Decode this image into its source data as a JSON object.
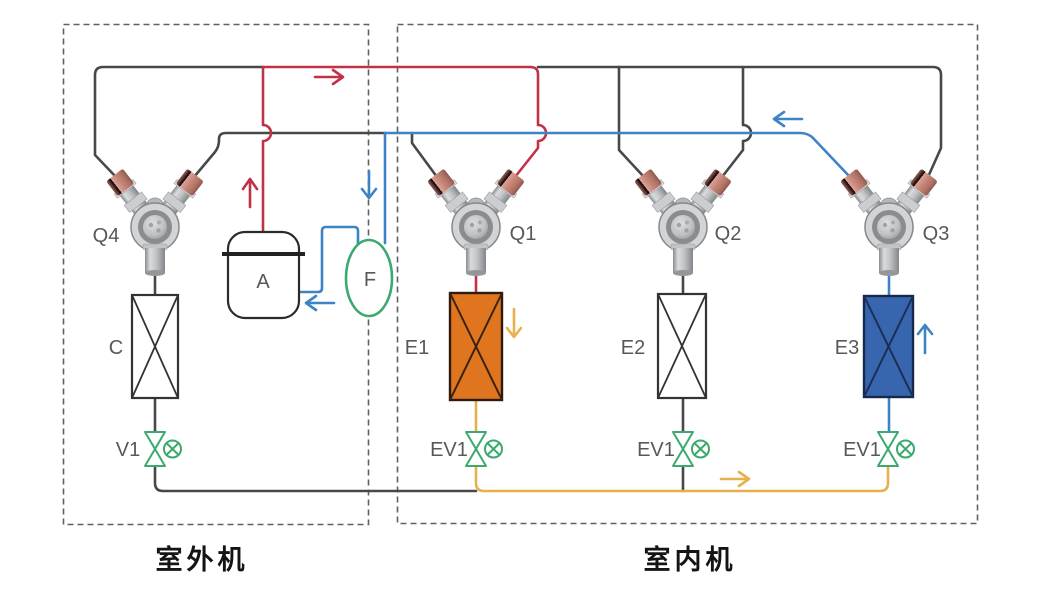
{
  "outdoor_unit": {
    "caption": "室外机",
    "four_way_valve": "Q4",
    "compressor": "A",
    "gas_liquid_separator": "F",
    "heat_exchanger": "C",
    "expansion_valve": "V1"
  },
  "indoor_unit": {
    "caption": "室内机",
    "units": [
      {
        "four_way_valve": "Q1",
        "heat_exchanger": "E1",
        "expansion_valve": "EV1",
        "mode_arrow": "down"
      },
      {
        "four_way_valve": "Q2",
        "heat_exchanger": "E2",
        "expansion_valve": "EV1",
        "mode_arrow": "none"
      },
      {
        "four_way_valve": "Q3",
        "heat_exchanger": "E3",
        "expansion_valve": "EV1",
        "mode_arrow": "up"
      }
    ]
  },
  "legend_colors": {
    "high_pressure_gas_red": "#c23247",
    "low_pressure_gas_blue": "#3d83c6",
    "liquid_line_yellow": "#e6b14c",
    "idle_pipe_black": "#46484a",
    "valve_green": "#3aaa6e",
    "e1_condensing_fill": "#e0751f",
    "e3_evaporating_fill": "#3866ae"
  }
}
